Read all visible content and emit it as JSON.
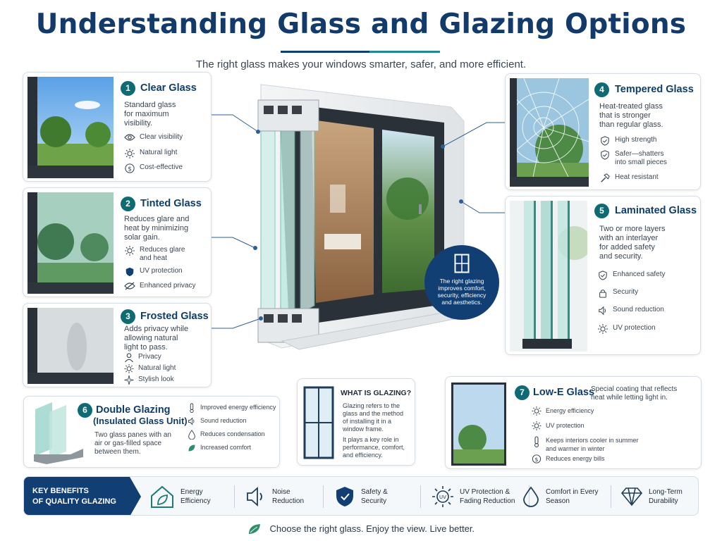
{
  "title": "Understanding Glass and Glazing Options",
  "subtitle": "The right glass makes your windows smarter, safer, and more efficient.",
  "cards": {
    "clear": {
      "num": "1",
      "title": "Clear Glass",
      "desc": [
        "Standard glass",
        "for maximum",
        "visibility."
      ],
      "features": [
        "Clear visibility",
        "Natural light",
        "Cost-effective"
      ]
    },
    "tinted": {
      "num": "2",
      "title": "Tinted Glass",
      "desc": [
        "Reduces glare and",
        "heat by minimizing",
        "solar gain."
      ],
      "features": [
        [
          "Reduces glare",
          "and heat"
        ],
        "UV protection",
        "Enhanced privacy"
      ]
    },
    "frosted": {
      "num": "3",
      "title": "Frosted Glass",
      "desc": [
        "Adds privacy while",
        "allowing natural",
        "light to pass."
      ],
      "features": [
        "Privacy",
        "Natural light",
        "Stylish look"
      ]
    },
    "tempered": {
      "num": "4",
      "title": "Tempered Glass",
      "desc": [
        "Heat-treated glass",
        "that is stronger",
        "than regular glass."
      ],
      "features": [
        "High strength",
        [
          "Safer—shatters",
          "into small pieces"
        ],
        "Heat resistant"
      ]
    },
    "laminated": {
      "num": "5",
      "title": "Laminated Glass",
      "desc": [
        "Two or more layers",
        "with an interlayer",
        "for added safety",
        "and security."
      ],
      "features": [
        "Enhanced safety",
        "Security",
        "Sound reduction",
        "UV protection"
      ]
    },
    "double": {
      "num": "6",
      "title": "Double Glazing",
      "subtitle": "(Insulated Glass Unit)",
      "desc": [
        "Two glass panes with an",
        "air or gas-filled space",
        "between them."
      ],
      "features": [
        "Improved energy efficiency",
        "Sound reduction",
        "Reduces condensation",
        "Increased comfort"
      ]
    },
    "lowe": {
      "num": "7",
      "title": "Low-E Glass",
      "desc": [
        "Special coating that reflects",
        "heat while letting light in."
      ],
      "features": [
        "Energy efficiency",
        "UV protection",
        [
          "Keeps interiors cooler in summer",
          "and warmer in winter"
        ],
        "Reduces energy bills"
      ]
    }
  },
  "glazing": {
    "title": "WHAT IS GLAZING?",
    "p1": [
      "Glazing refers to the",
      "glass and the method",
      "of installing it in a",
      "window frame."
    ],
    "p2": [
      "It plays a key role in",
      "performance, comfort,",
      "and efficiency."
    ]
  },
  "bubble": [
    "The right glazing",
    "improves comfort,",
    "security, efficiency",
    "and aesthetics."
  ],
  "benefits": {
    "head": [
      "KEY BENEFITS",
      "OF QUALITY GLAZING"
    ],
    "items": [
      {
        "icon": "house-leaf-icon",
        "label": [
          "Energy",
          "Efficiency"
        ]
      },
      {
        "icon": "speaker-icon",
        "label": [
          "Noise",
          "Reduction"
        ]
      },
      {
        "icon": "shield-check-icon",
        "label": [
          "Safety &",
          "Security"
        ]
      },
      {
        "icon": "uv-sun-icon",
        "label": [
          "UV Protection &",
          "Fading Reduction"
        ]
      },
      {
        "icon": "water-drop-icon",
        "label": [
          "Comfort in Every",
          "Season"
        ]
      },
      {
        "icon": "diamond-icon",
        "label": [
          "Long-Term",
          "Durability"
        ]
      }
    ]
  },
  "footer": "Choose the right glass. Enjoy the view. Live better.",
  "colors": {
    "navy": "#113f73",
    "teal": "#0f6b73",
    "title": "#123a6b"
  }
}
